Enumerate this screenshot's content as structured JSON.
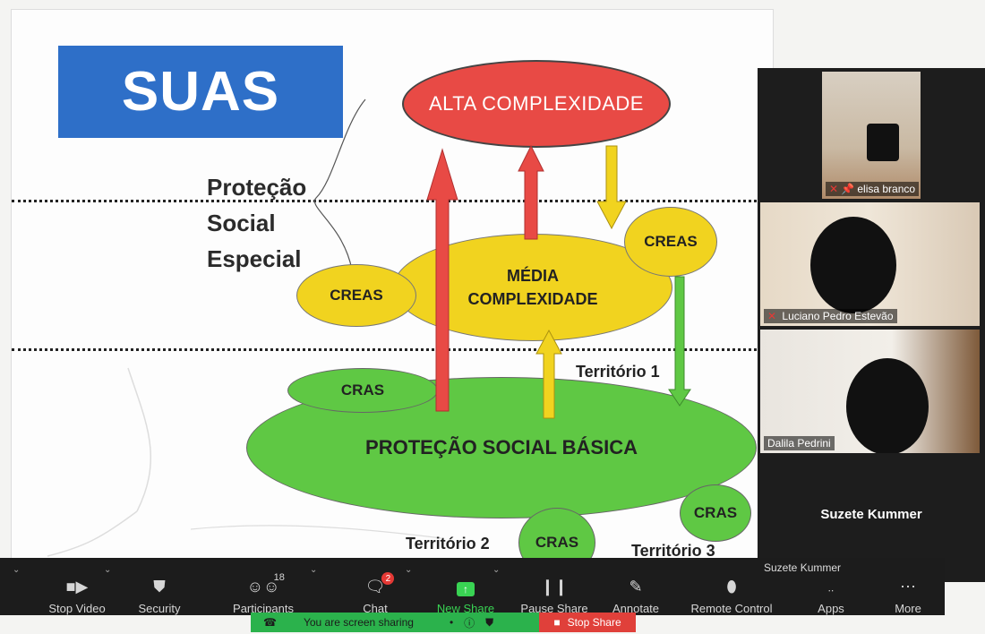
{
  "slide": {
    "title": "SUAS",
    "protecao_especial": [
      "Proteção",
      "Social",
      "Especial"
    ],
    "alta": "ALTA COMPLEXIDADE",
    "media": [
      "MÉDIA",
      "COMPLEXIDADE"
    ],
    "creas_left": "CREAS",
    "creas_right": "CREAS",
    "cras_top": "CRAS",
    "basica": "PROTEÇÃO SOCIAL BÁSICA",
    "cras_bottom": "CRAS",
    "cras_right": "CRAS",
    "territorio1": "Território 1",
    "territorio2": "Território 2",
    "territorio3": "Território 3",
    "colors": {
      "red": "#e84a45",
      "yellow": "#f1d31f",
      "green": "#5fc844",
      "blue": "#2e6fc8"
    }
  },
  "participants_panel": {
    "tiles": [
      {
        "name": "elisa branco",
        "muted": true,
        "pinned": true
      },
      {
        "name": "Luciano Pedro Estevão",
        "muted": true
      },
      {
        "name": "Dalila Pedrini",
        "muted": false
      }
    ],
    "no_video_name": "Suzete Kummer",
    "hover_name": "Suzete Kummer"
  },
  "toolbar": {
    "stop_video": "Stop Video",
    "security": "Security",
    "participants": "Participants",
    "participants_count": "18",
    "chat": "Chat",
    "chat_badge": "2",
    "new_share": "New Share",
    "pause_share": "Pause Share",
    "annotate": "Annotate",
    "remote_control": "Remote Control",
    "apps": "Apps",
    "more": "More"
  },
  "share_bar": {
    "status": "You are screen sharing",
    "stop": "Stop Share"
  }
}
